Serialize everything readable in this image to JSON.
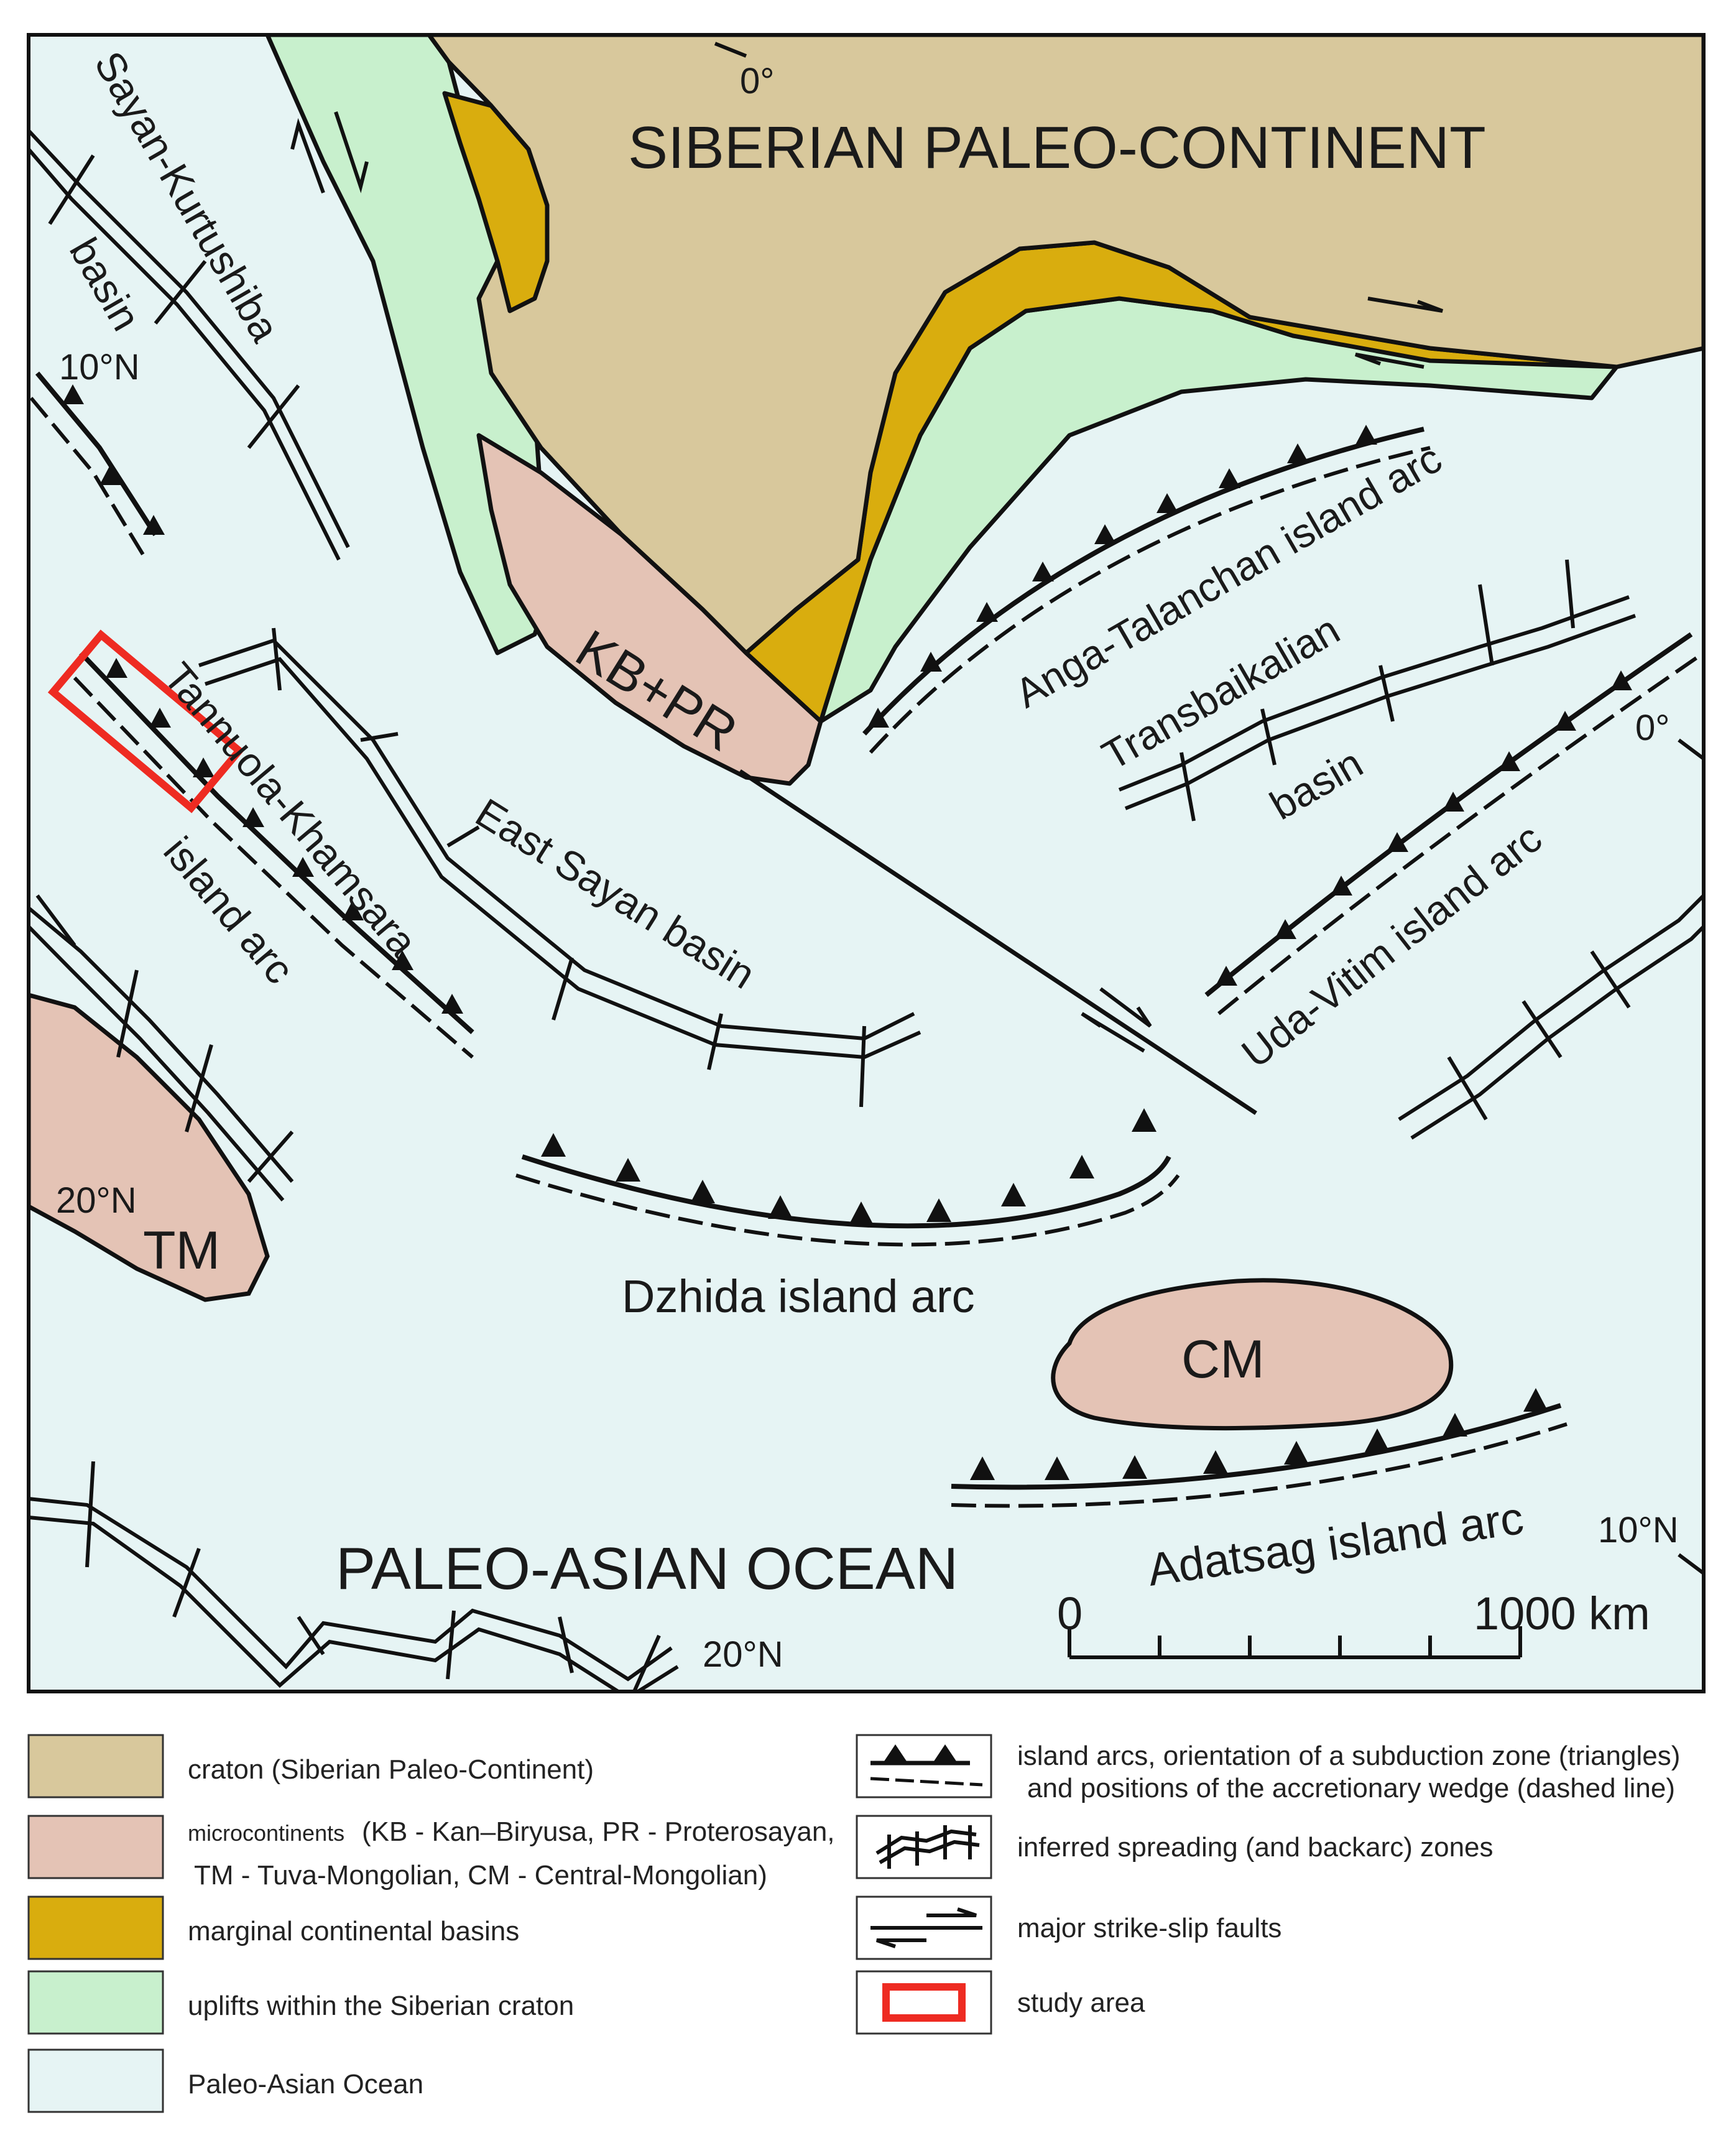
{
  "colors": {
    "craton": "#d8c89c",
    "microcontinent": "#e4c3b5",
    "marginal_basin": "#d9ad0e",
    "uplift": "#c8f0cd",
    "ocean": "#e6f4f4",
    "line": "#111111",
    "study_area": "#ee2b22"
  },
  "map": {
    "title": "SIBERIAN PALEO-CONTINENT",
    "ocean_label": "PALEO-ASIAN OCEAN",
    "kb_pr": "KB+PR",
    "tm": "TM",
    "cm": "CM",
    "sayan_kurtushiba": "Sayan-Kurtushiba",
    "sayan_basin_word": "basin",
    "tannuola": "Tannuola-Khamsara",
    "tannuola_arc": "island arc",
    "east_sayan": "East Sayan basin",
    "anga": "Anga-Talanchan island arc",
    "transbaikalian": "Transbaikalian",
    "transbaikalian_basin": "basin",
    "uda_vitim": "Uda-Vitim island arc",
    "dzhida": "Dzhida island arc",
    "adatsag": "Adatsag island arc",
    "lat_0_top": "0°",
    "lat_10n_left": "10°N",
    "lat_20n_left": "20°N",
    "lat_0_right": "0°",
    "lat_10n_right": "10°N",
    "lat_20n_bottom": "20°N",
    "scale_zero": "0",
    "scale_max": "1000 km"
  },
  "legend": {
    "craton": "craton (Siberian Paleo-Continent)",
    "micro_prefix": "microcontinents",
    "micro_line1": "(KB - Kan–Biryusa, PR - Proterosayan,",
    "micro_line2": "TM - Tuva-Mongolian, CM - Central-Mongolian)",
    "marginal": "marginal continental basins",
    "uplifts": "uplifts within the Siberian craton",
    "ocean": "Paleo-Asian Ocean",
    "arcs_line1": "island arcs, orientation of a subduction zone (triangles)",
    "arcs_line2": "and positions of the accretionary wedge (dashed line)",
    "spreading": "inferred spreading (and backarc) zones",
    "faults": "major strike-slip faults",
    "study": "study area"
  }
}
